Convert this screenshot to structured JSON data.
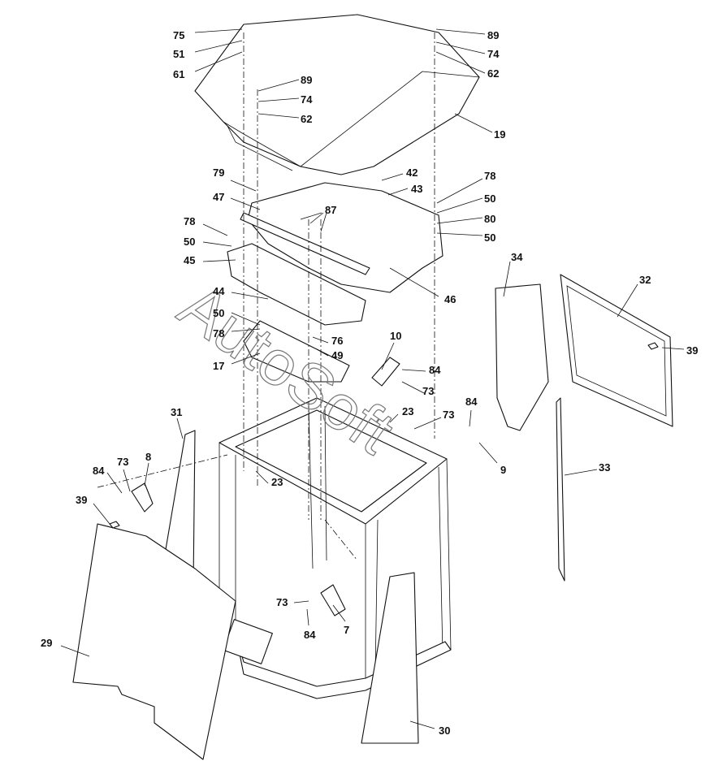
{
  "watermark": "AutoSoft",
  "labels": [
    "75",
    "51",
    "61",
    "89",
    "74",
    "62",
    "89",
    "74",
    "62",
    "19",
    "79",
    "47",
    "42",
    "43",
    "78",
    "50",
    "80",
    "50",
    "87",
    "78",
    "50",
    "45",
    "44",
    "50",
    "78",
    "46",
    "34",
    "32",
    "39",
    "76",
    "49",
    "17",
    "10",
    "84",
    "73",
    "23",
    "73",
    "84",
    "31",
    "8",
    "73",
    "84",
    "23",
    "9",
    "33",
    "39",
    "73",
    "84",
    "7",
    "29",
    "30"
  ]
}
